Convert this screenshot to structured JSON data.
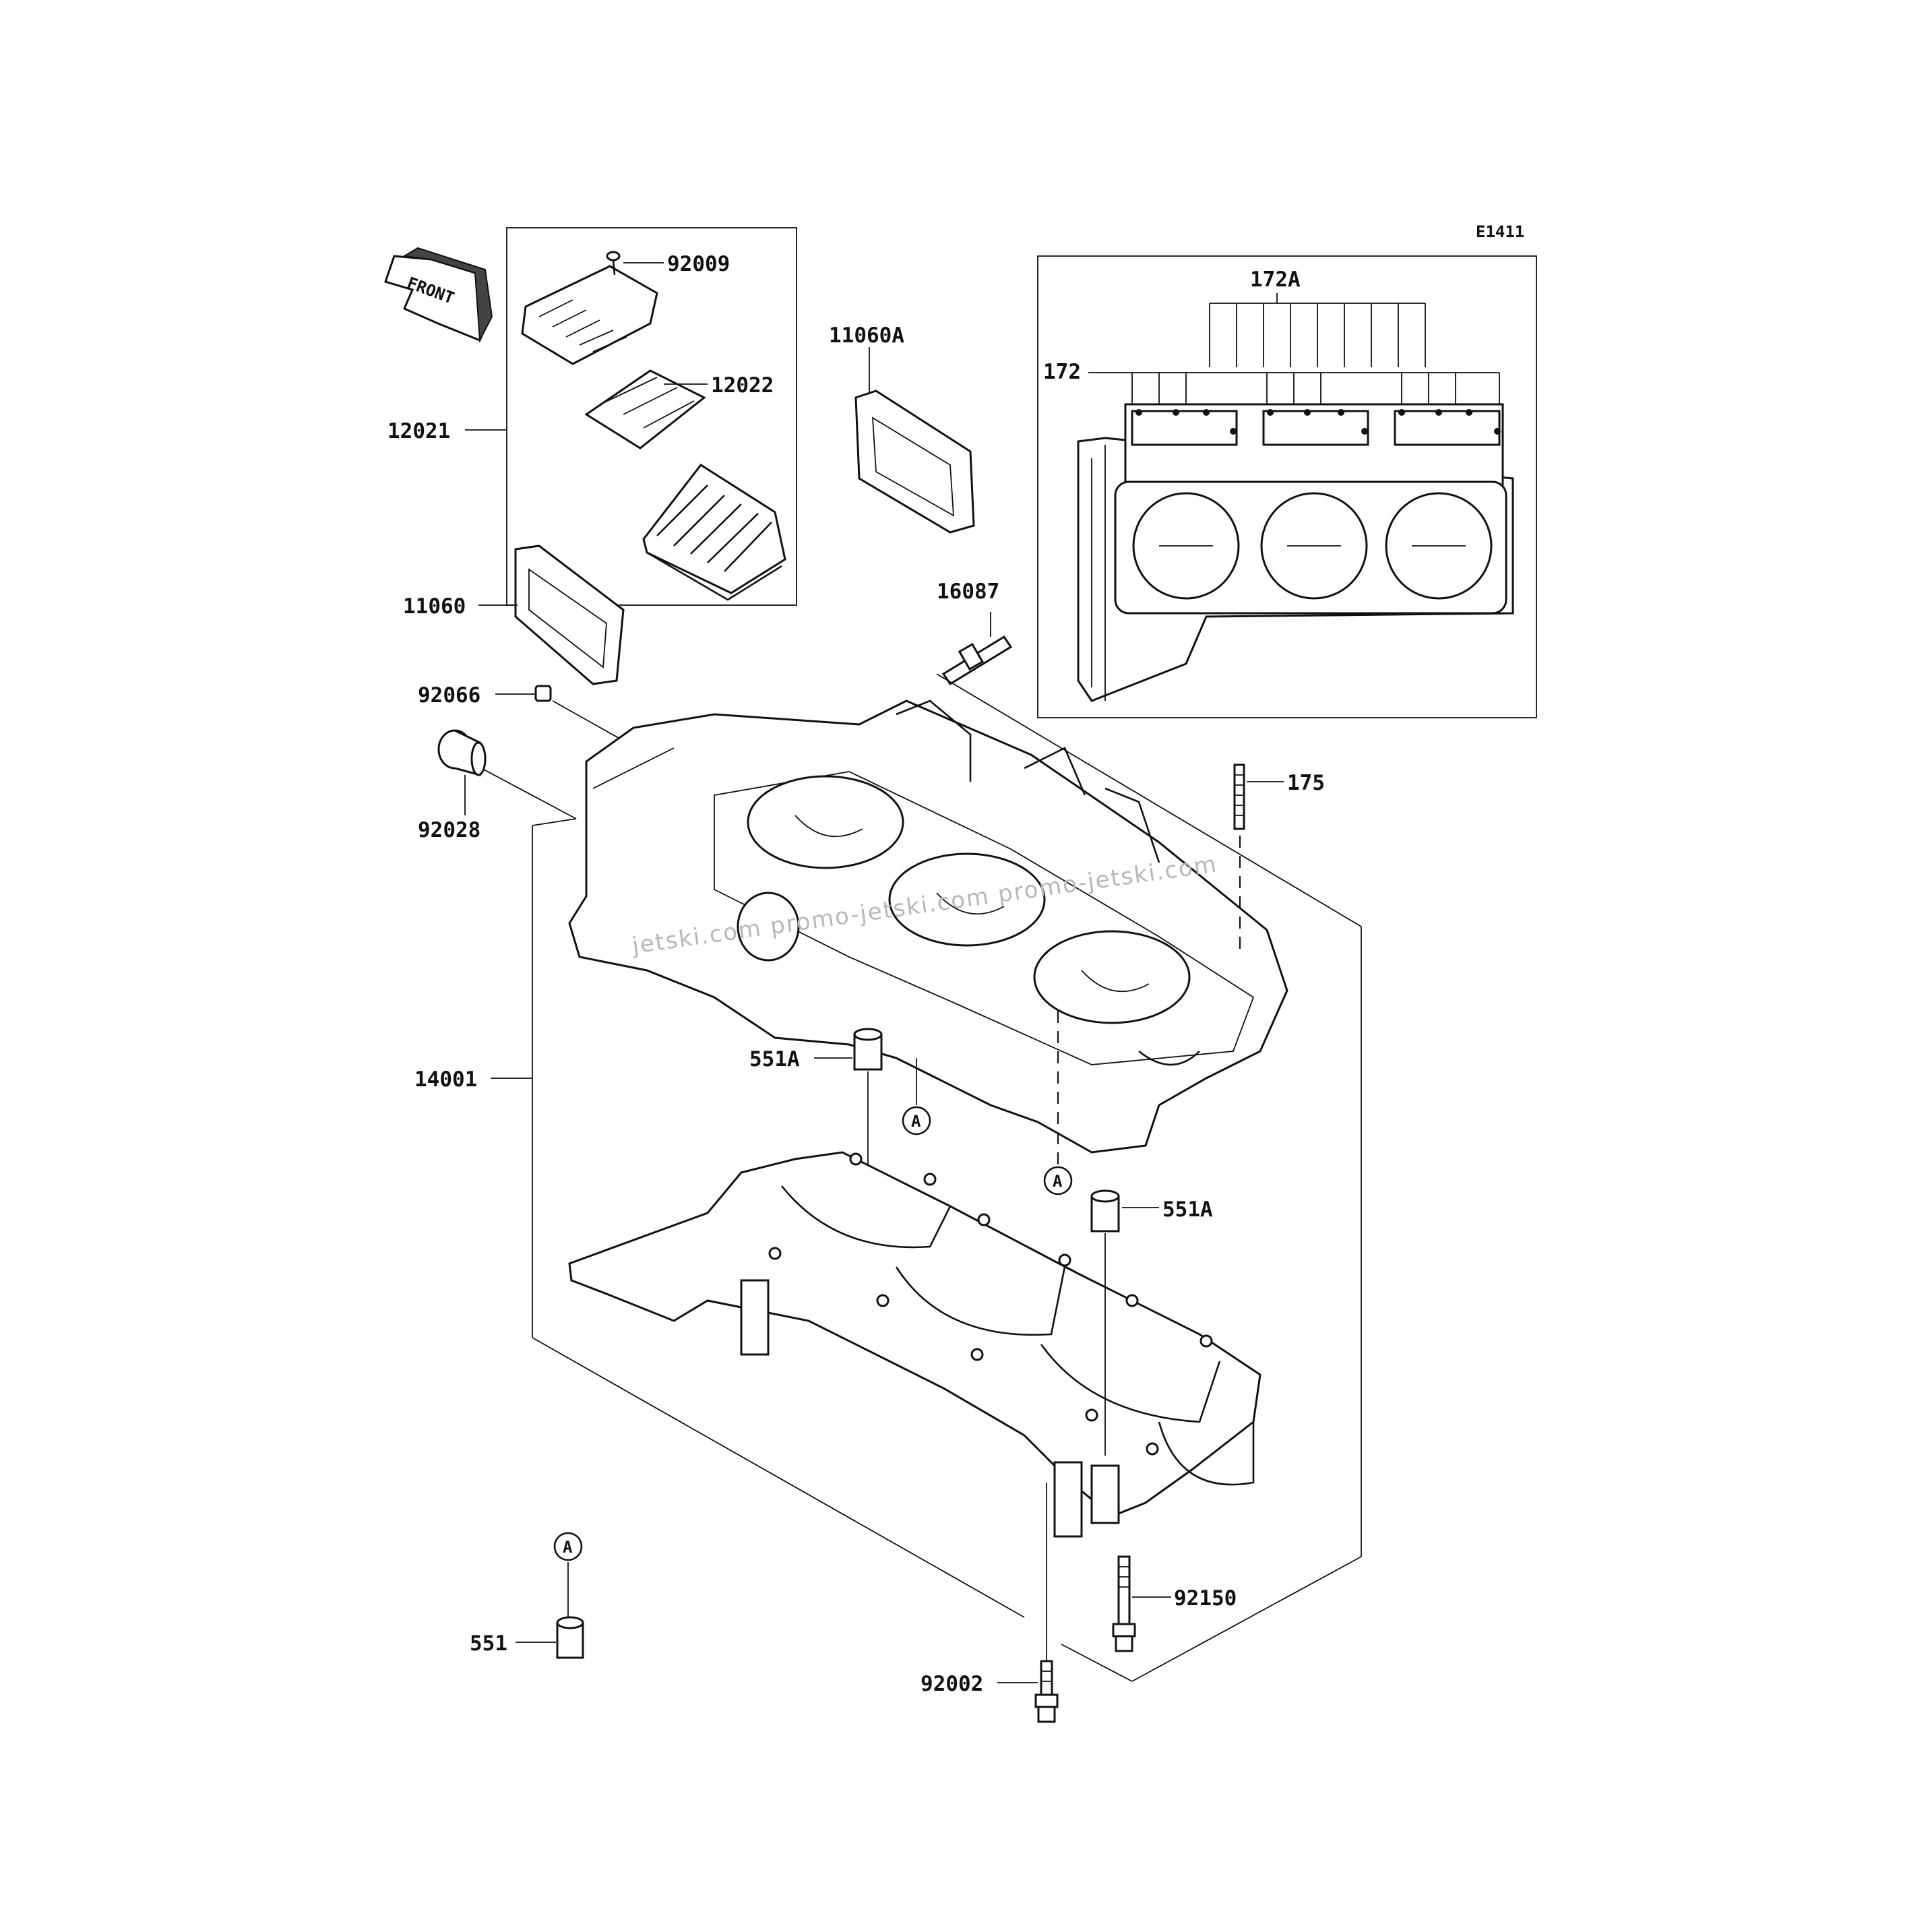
{
  "diagram": {
    "code": "E1411",
    "front_label": "FRONT",
    "watermark": "jetski.com  promo-jetski.com  promo-jetski.com",
    "callout_letter": "A",
    "labels": {
      "p92009": "92009",
      "p12022": "12022",
      "p12021": "12021",
      "p11060A": "11060A",
      "p11060": "11060",
      "p16087": "16087",
      "p92066": "92066",
      "p92028": "92028",
      "p172A": "172A",
      "p172": "172",
      "p175": "175",
      "p14001": "14001",
      "p551A_1": "551A",
      "p551A_2": "551A",
      "p551": "551",
      "p92150": "92150",
      "p92002": "92002"
    }
  }
}
